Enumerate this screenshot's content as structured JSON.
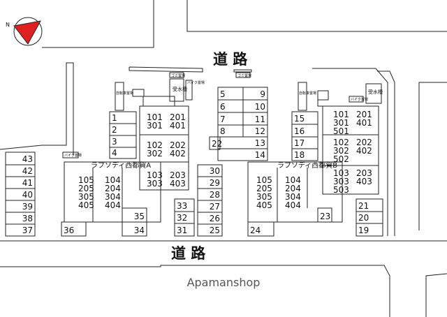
{
  "compass": {
    "label": "N",
    "arrow_color": "#e02020"
  },
  "roads": {
    "top": "道 路",
    "bottom": "道 路"
  },
  "buildings": {
    "a": "ラプソディ西都賀A",
    "b": "ラプソディ西都賀B"
  },
  "facilities": {
    "garbage": "ゴミ置場",
    "water_tank": "受水槽",
    "bike": "バイク置場",
    "bicycle": "自転車置場"
  },
  "units": {
    "a_left": [
      "105",
      "205",
      "305",
      "405"
    ],
    "a_right": [
      "104",
      "204",
      "304",
      "404"
    ],
    "a_top_1": [
      "101",
      "301"
    ],
    "a_top_2": [
      "201",
      "401"
    ],
    "a_mid_1": [
      "102",
      "302"
    ],
    "a_mid_2": [
      "202",
      "402"
    ],
    "a_bot_1": [
      "103",
      "303"
    ],
    "a_bot_2": [
      "203",
      "403"
    ],
    "b_left": [
      "105",
      "205",
      "305",
      "405"
    ],
    "b_right": [
      "104",
      "204",
      "304",
      "404"
    ],
    "b_top_1": [
      "101",
      "301",
      "501"
    ],
    "b_top_2": [
      "201",
      "401"
    ],
    "b_mid_1": [
      "102",
      "302",
      "502"
    ],
    "b_mid_2": [
      "202",
      "402"
    ],
    "b_bot_1": [
      "103",
      "303",
      "503"
    ],
    "b_bot_2": [
      "203",
      "403"
    ]
  },
  "parking": [
    "1",
    "2",
    "3",
    "4",
    "5",
    "6",
    "7",
    "8",
    "9",
    "10",
    "11",
    "12",
    "13",
    "14",
    "15",
    "16",
    "17",
    "18",
    "19",
    "20",
    "21",
    "22",
    "23",
    "24",
    "25",
    "26",
    "27",
    "28",
    "29",
    "30",
    "31",
    "32",
    "33",
    "34",
    "35",
    "36",
    "37",
    "38",
    "39",
    "40",
    "41",
    "42",
    "43"
  ],
  "footer": "Apamanshop"
}
